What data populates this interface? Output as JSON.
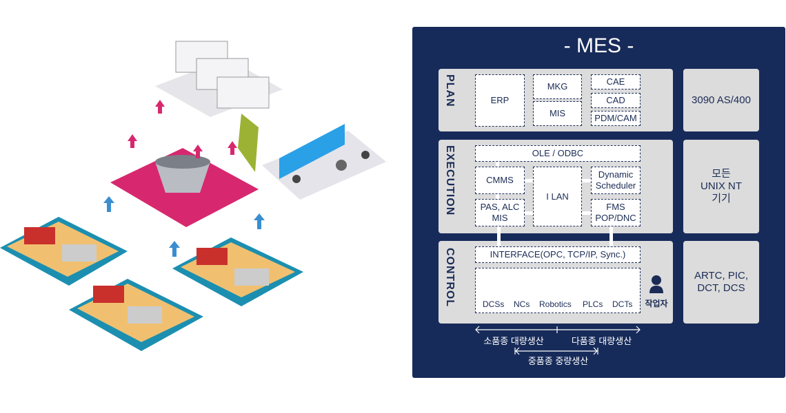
{
  "title": "- MES -",
  "plan": {
    "label": "PLAN",
    "erp": "ERP",
    "mkg": "MKG",
    "mis": "MIS",
    "cae": "CAE",
    "cad": "CAD",
    "pdm": "PDM/CAM",
    "side": "3090 AS/400"
  },
  "execution": {
    "label": "EXECUTION",
    "ole": "OLE / ODBC",
    "cmms": "CMMS",
    "pas": "PAS, ALC",
    "pas2": "MIS",
    "ilan": "I LAN",
    "dyn": "Dynamic",
    "dyn2": "Scheduler",
    "fms": "FMS",
    "fms2": "POP/DNC",
    "side": "모든",
    "side2": "UNIX NT",
    "side3": "기기"
  },
  "control": {
    "label": "CONTROL",
    "interface": "INTERFACE(OPC, TCP/IP, Sync.)",
    "devices": [
      "DCSs",
      "NCs",
      "Robotics",
      "PLCs",
      "DCTs"
    ],
    "worker": "작업자",
    "side": "ARTC, PIC,",
    "side2": "DCT, DCS"
  },
  "scale": {
    "small": "소품종 대량생산",
    "multi": "다품종 대량생산",
    "medium": "중품종 중량생산"
  }
}
